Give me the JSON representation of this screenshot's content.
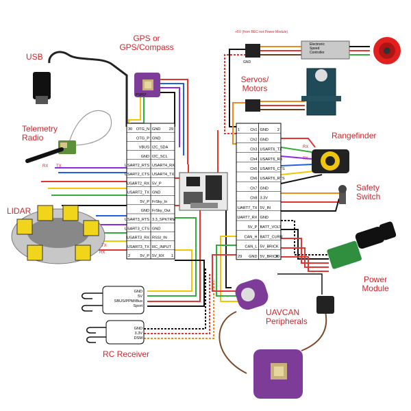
{
  "labels": {
    "usb": "USB",
    "gps": "GPS or\nGPS/Compass",
    "telemetry": "Telemetry\nRadio",
    "lidar": "LIDAR",
    "rc_receiver": "RC Receiver",
    "servos_motors": "Servos/\nMotors",
    "rangefinder": "Rangefinder",
    "safety_switch": "Safety\nSwitch",
    "power_module": "Power\nModule",
    "uavcan": "UAVCAN\nPeripherals"
  },
  "esc": {
    "note": "+5V (from BEC not Power Module)",
    "gnd": "GND",
    "label": "Electronic\nSpeed\nController"
  },
  "left_header": {
    "corner_tl": "30",
    "corner_tr": "29",
    "corner_bl": "2",
    "corner_br": "1",
    "rows": [
      [
        "OTG_N",
        "GND"
      ],
      [
        "OTG_P",
        "GND"
      ],
      [
        "VBUS",
        "I2C_SDA"
      ],
      [
        "GND",
        "I2C_SCL"
      ],
      [
        "USART2_RTS",
        "USART4_RX"
      ],
      [
        "USART2_CTS",
        "USART4_TX"
      ],
      [
        "USART2_RX",
        "5V_P"
      ],
      [
        "USART2_TX",
        "GND"
      ],
      [
        "5V_P",
        "FrSky_In"
      ],
      [
        "GND",
        "FrSky_Out"
      ],
      [
        "USART3_RTS",
        "3.3_SPKTRM"
      ],
      [
        "USART3_CTS",
        "GND"
      ],
      [
        "USART3_RX",
        "RSSI_IN"
      ],
      [
        "USART3_TX",
        "RC_INPUT"
      ],
      [
        "5V_P",
        "5V_RX"
      ]
    ]
  },
  "right_header": {
    "corner_tl": "1",
    "corner_tr": "2",
    "corner_bl": "29",
    "corner_br": "30",
    "rows": [
      [
        "Ch1",
        "GND"
      ],
      [
        "Ch2",
        "GND"
      ],
      [
        "Ch3",
        "USART6_TX"
      ],
      [
        "Ch4",
        "USART6_RX"
      ],
      [
        "Ch5",
        "USART6_CTS"
      ],
      [
        "Ch6",
        "USART6_RTS"
      ],
      [
        "Ch7",
        "GND"
      ],
      [
        "Ch8",
        "3.3V"
      ],
      [
        "UART7_TX",
        "5V_IN"
      ],
      [
        "UART7_RX",
        "GND"
      ],
      [
        "5V_P",
        "BATT_VOLT"
      ],
      [
        "CAN_H",
        "BATT_CURR"
      ],
      [
        "CAN_L",
        "5V_BRICK"
      ],
      [
        "GND",
        "5V_BRICK"
      ]
    ]
  },
  "rc1": [
    "GND",
    "5V",
    "SBUS/PPM/iBus",
    "Sport"
  ],
  "rc2": [
    "GND",
    "3.3V",
    "DSM"
  ],
  "tx_rx": {
    "rx": "RX",
    "tx": "TX"
  },
  "gps_module_text": "PSP07",
  "colors": {
    "accent": "#d2232a",
    "wire_red": "#e3342f",
    "wire_black": "#111111",
    "wire_yellow": "#f3c600",
    "wire_green": "#2fae3b",
    "wire_blue": "#1f5fe0",
    "wire_purple": "#8a2be2",
    "wire_orange": "#f08a1c",
    "module_purple": "#7d3c98"
  }
}
